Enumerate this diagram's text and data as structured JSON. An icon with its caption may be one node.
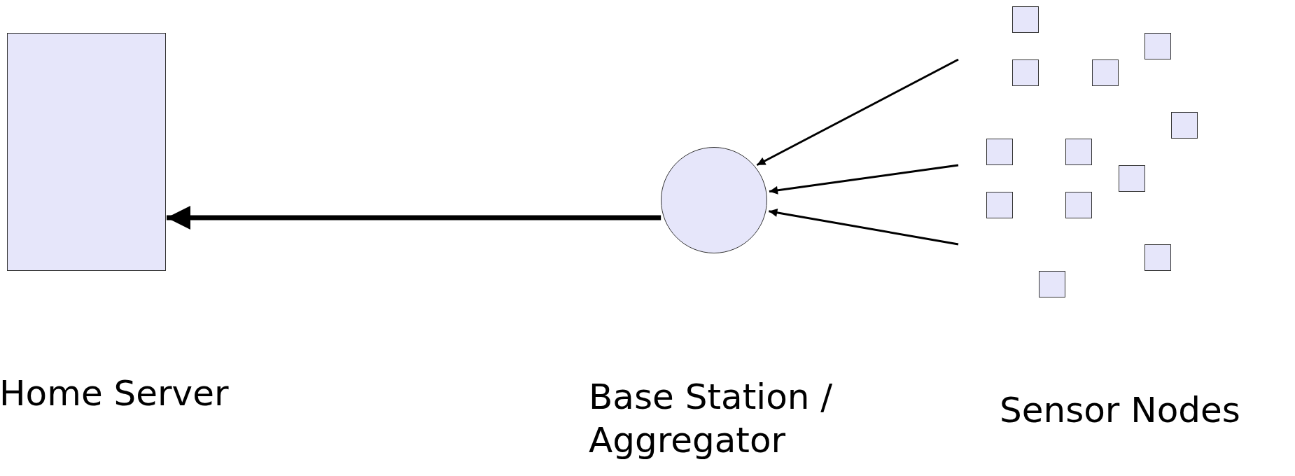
{
  "diagram": {
    "nodes": [
      {
        "text": [
          "Home Server"
        ]
      },
      {
        "text": [
          "Base Station / Aggregator"
        ]
      },
      {
        "text": [
          "Sensor Nodes"
        ]
      },
      {
        "text": [],
        "shape": "box",
        "in": 2
      },
      {
        "text": [],
        "shape": "box",
        "in": 2
      },
      {
        "text": [],
        "shape": "box",
        "in": 2
      },
      {
        "text": [],
        "shape": "box",
        "in": 2
      },
      {
        "text": [],
        "shape": "box",
        "in": 2
      },
      {
        "text": [],
        "shape": "box",
        "in": 2
      },
      {
        "text": [],
        "shape": "box",
        "in": 2
      },
      {
        "text": [],
        "shape": "box",
        "in": 2
      },
      {
        "text": [],
        "shape": "box",
        "in": 2
      },
      {
        "text": [],
        "shape": "box",
        "in": 2
      },
      {
        "text": [],
        "shape": "box",
        "in": 2
      },
      {
        "text": [],
        "shape": "box",
        "in": 2
      }
    ],
    "edges": [
      {
        "from": 2,
        "to": 1,
        "arrow": "to"
      },
      {
        "from": 2,
        "to": 1,
        "arrow": "to"
      },
      {
        "from": 2,
        "to": 1,
        "arrow": "to"
      },
      {
        "from": 1,
        "to": 0,
        "arrow": "to",
        "style": "thick"
      }
    ]
  }
}
